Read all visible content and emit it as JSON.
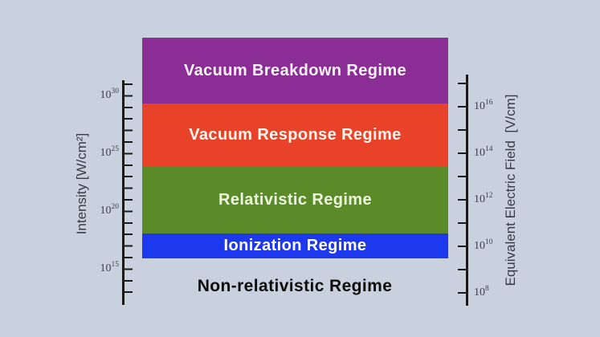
{
  "background_color": "#c9d1de",
  "axes": {
    "left": {
      "title": "Intensity [W/cm²]",
      "tick_labels": [
        {
          "base": "10",
          "exp": "30"
        },
        {
          "base": "10",
          "exp": "25"
        },
        {
          "base": "10",
          "exp": "20"
        },
        {
          "base": "10",
          "exp": "15"
        }
      ]
    },
    "right": {
      "title": "Equivalent Electric Field  [V/cm]",
      "tick_labels": [
        {
          "base": "10",
          "exp": "16"
        },
        {
          "base": "10",
          "exp": "14"
        },
        {
          "base": "10",
          "exp": "12"
        },
        {
          "base": "10",
          "exp": "10"
        },
        {
          "base": "10",
          "exp": "8"
        }
      ]
    }
  },
  "regions": [
    {
      "label": "Vacuum Breakdown Regime",
      "color": "#8a2d95",
      "text_color": "#fdf2fa"
    },
    {
      "label": "Vacuum Response Regime",
      "color": "#e84229",
      "text_color": "#fff6f0"
    },
    {
      "label": "Relativistic Regime",
      "color": "#5a8b28",
      "text_color": "#edf6df"
    },
    {
      "label": "Ionization Regime",
      "color": "#1e38ee",
      "text_color": "#ffffff"
    },
    {
      "label": "Non-relativistic Regime",
      "color": "none",
      "text_color": "#0c0c0c"
    }
  ],
  "chart_data": {
    "type": "area",
    "subtype": "horizontal-regime-bands",
    "title": "",
    "left_axis": {
      "label": "Intensity [W/cm²]",
      "scale": "log",
      "labeled_tick_exponents": [
        30,
        25,
        20,
        15
      ],
      "minor_ticks": "every decade",
      "approx_range_exponents": [
        13,
        31
      ]
    },
    "right_axis": {
      "label": "Equivalent Electric Field [V/cm]",
      "scale": "log",
      "labeled_tick_exponents": [
        16,
        14,
        12,
        10,
        8
      ],
      "minor_ticks": "every decade",
      "approx_range_exponents": [
        7.5,
        17
      ]
    },
    "bands": [
      {
        "name": "Vacuum Breakdown Regime",
        "color": "#8a2d95",
        "intensity_log10_Wcm2_range": [
          29.3,
          35
        ]
      },
      {
        "name": "Vacuum Response Regime",
        "color": "#e84229",
        "intensity_log10_Wcm2_range": [
          24,
          29.3
        ]
      },
      {
        "name": "Relativistic Regime",
        "color": "#5a8b28",
        "intensity_log10_Wcm2_range": [
          18,
          24
        ]
      },
      {
        "name": "Ionization Regime",
        "color": "#1e38ee",
        "intensity_log10_Wcm2_range": [
          16,
          18
        ]
      },
      {
        "name": "Non-relativistic Regime",
        "color": "background",
        "intensity_log10_Wcm2_range": [
          null,
          16
        ]
      }
    ],
    "legend": "none",
    "grid": false
  }
}
